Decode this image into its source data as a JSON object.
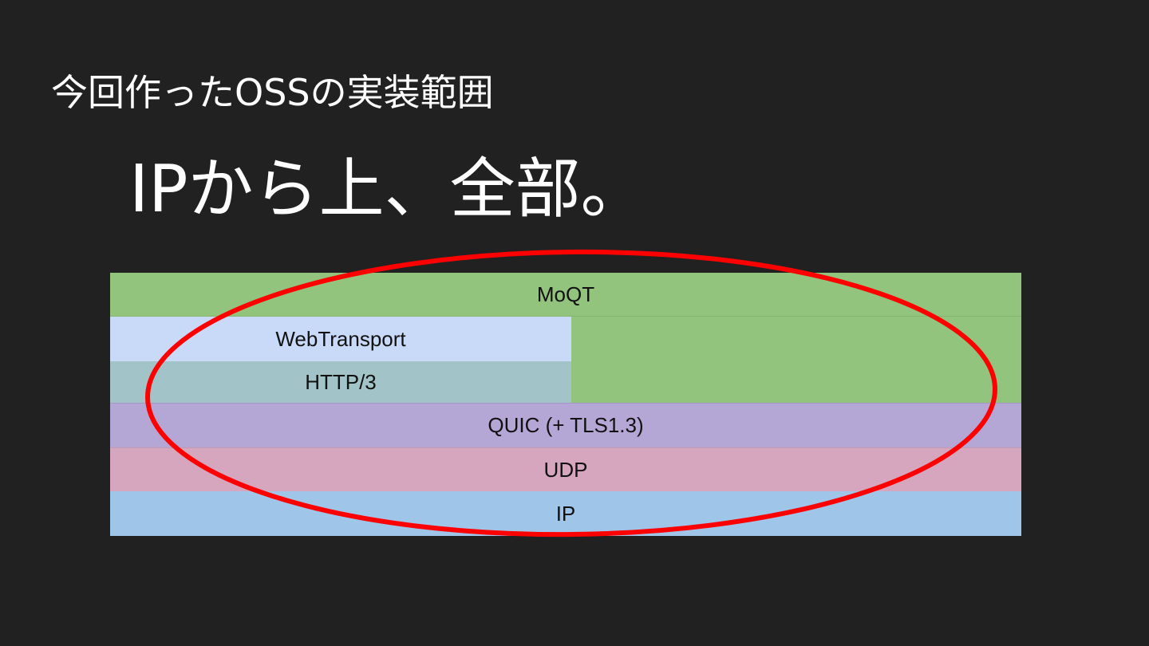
{
  "slide": {
    "title": "今回作ったOSSの実装範囲",
    "headline": "IPから上、全部。"
  },
  "stack": {
    "layers": {
      "moqt": "MoQT",
      "webtransport": "WebTransport",
      "http3": "HTTP/3",
      "quic": "QUIC (+ TLS1.3)",
      "udp": "UDP",
      "ip": "IP"
    }
  },
  "colors": {
    "background": "#212121",
    "moqt": "#93c47d",
    "webtransport": "#c9daf8",
    "http3": "#a2c4c9",
    "quic": "#b4a7d6",
    "udp": "#d5a6bd",
    "ip": "#9fc5e8",
    "highlight_ellipse": "#ff0000"
  }
}
